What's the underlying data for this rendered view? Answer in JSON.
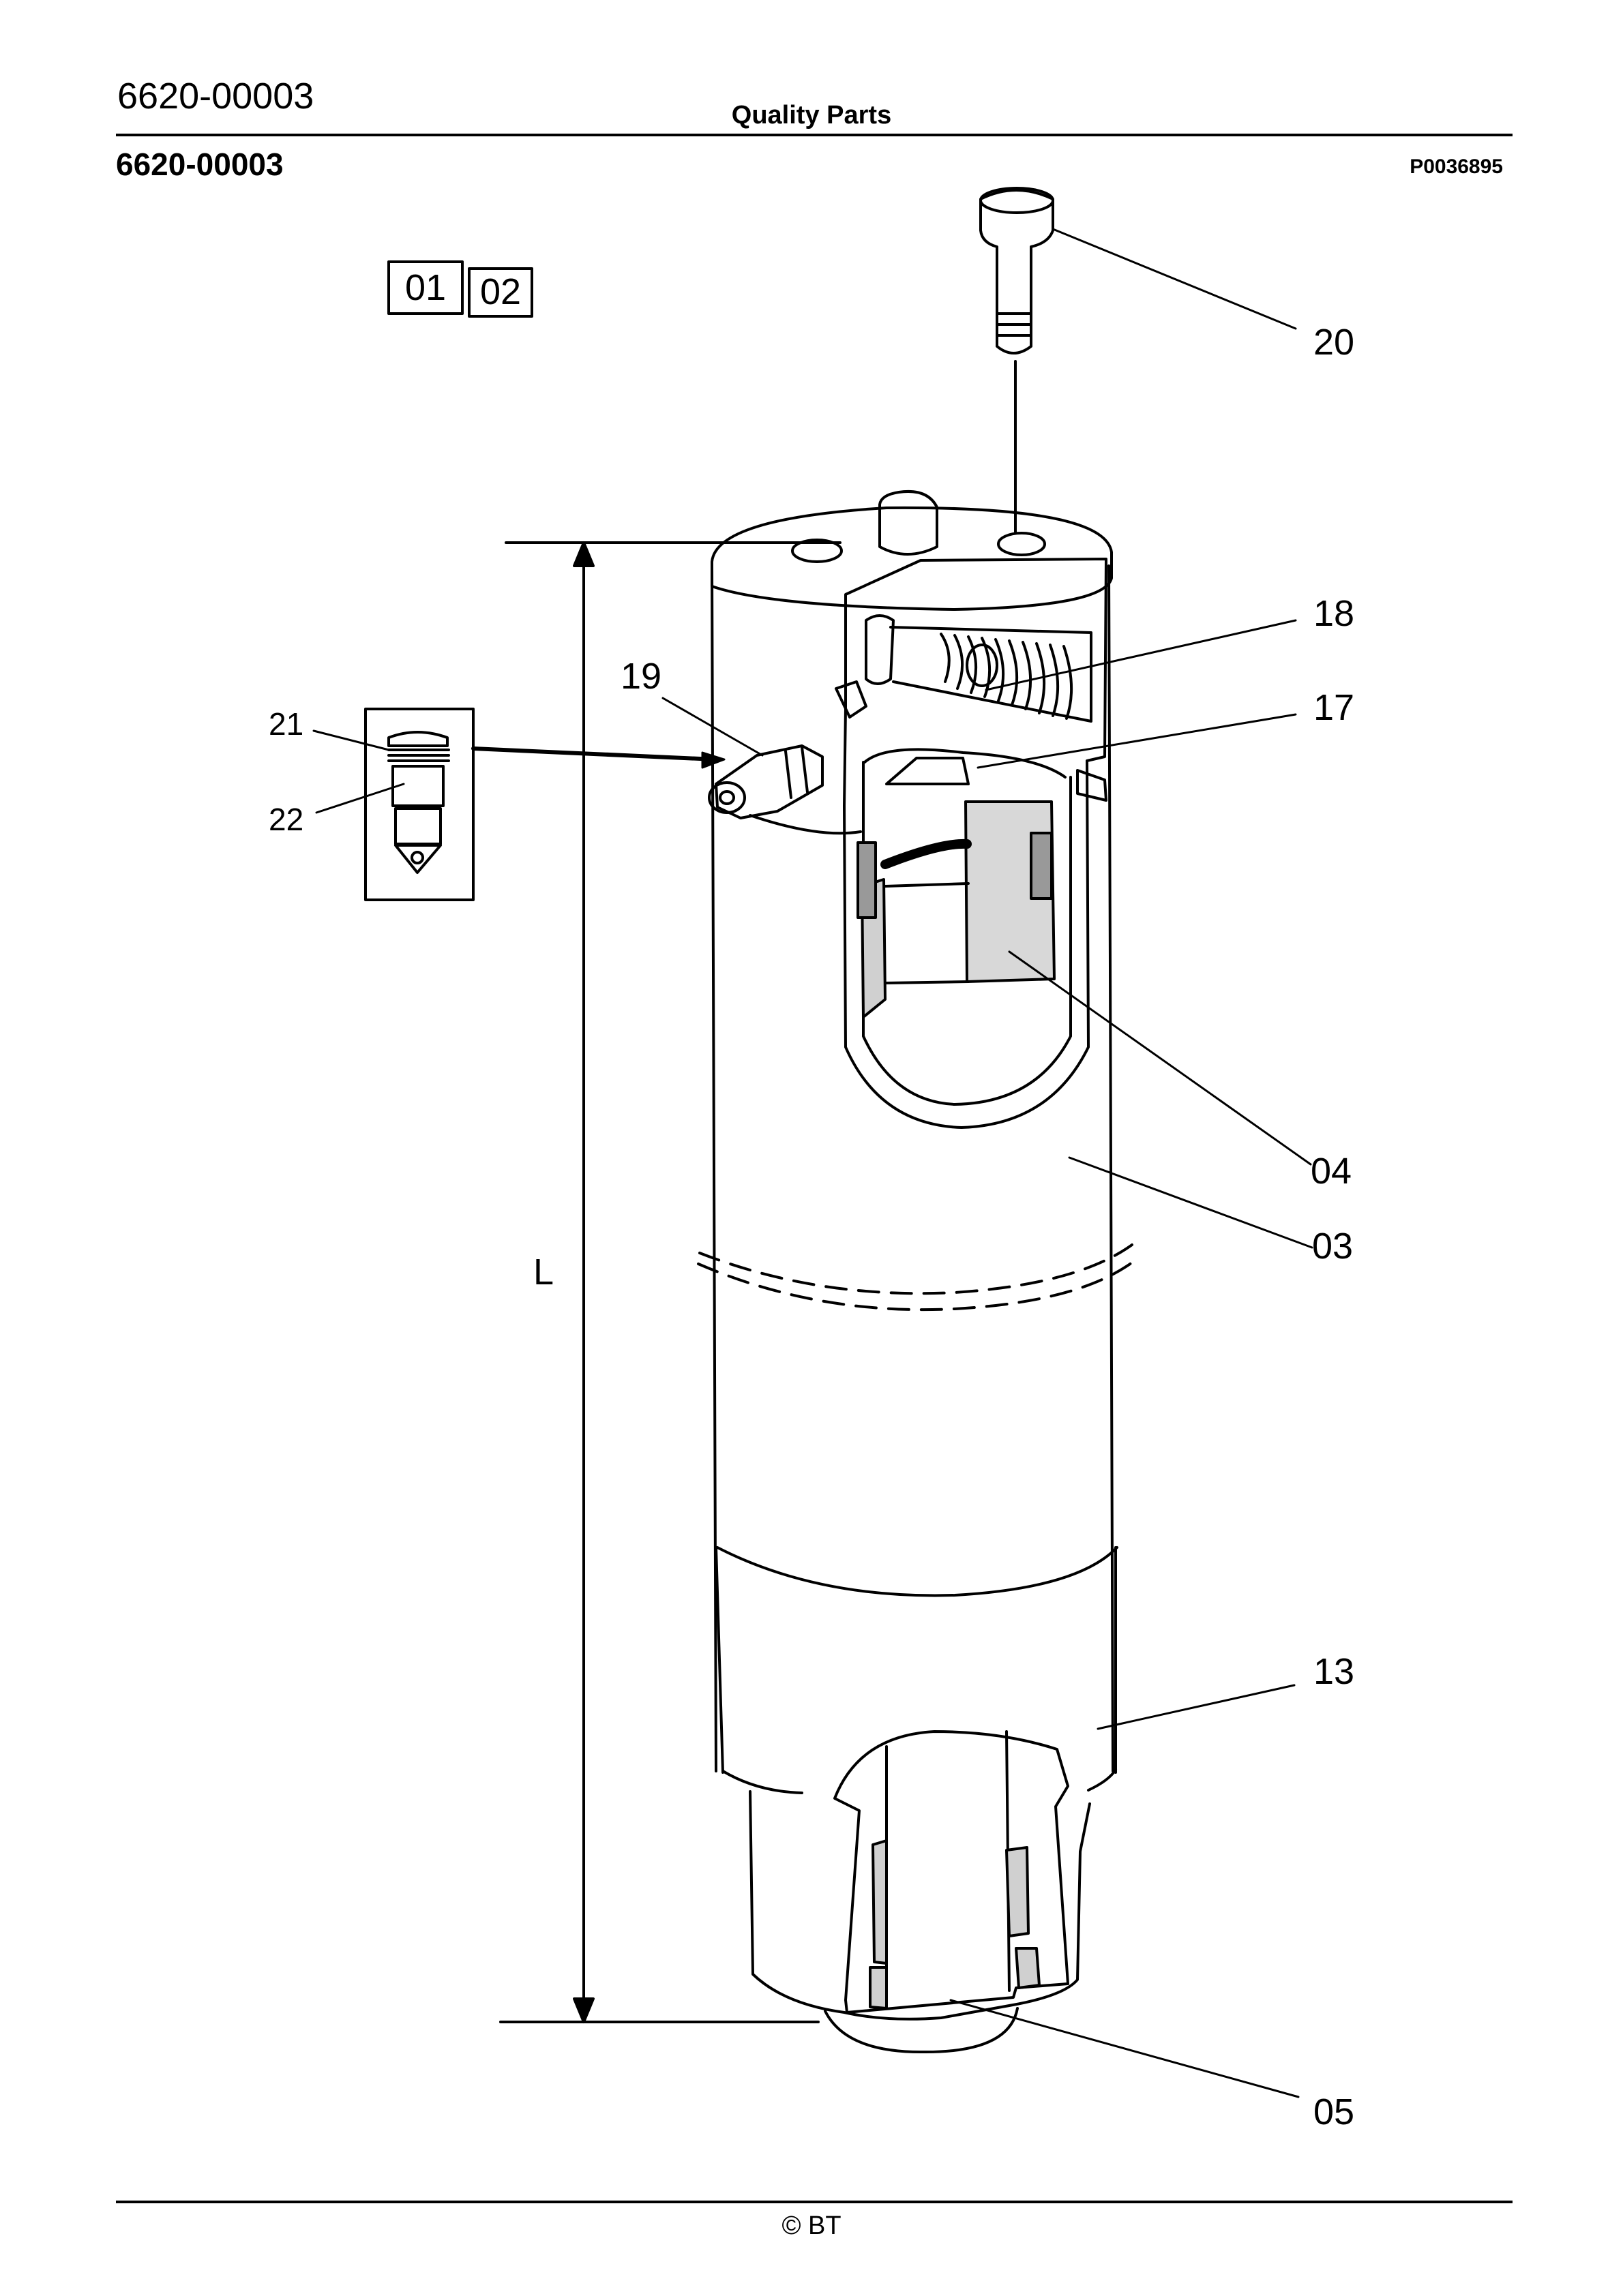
{
  "header": {
    "doc_code": "6620-00003",
    "title": "Quality Parts",
    "sub_code": "6620-00003",
    "ref_code": "P0036895"
  },
  "boxes": [
    "01",
    "02"
  ],
  "callouts": {
    "c20": "20",
    "c18": "18",
    "c19": "19",
    "c17": "17",
    "c21": "21",
    "c22": "22",
    "c04": "04",
    "c03": "03",
    "c13": "13",
    "c05": "05",
    "dim_L": "L"
  },
  "footer": {
    "copyright": "© BT"
  }
}
